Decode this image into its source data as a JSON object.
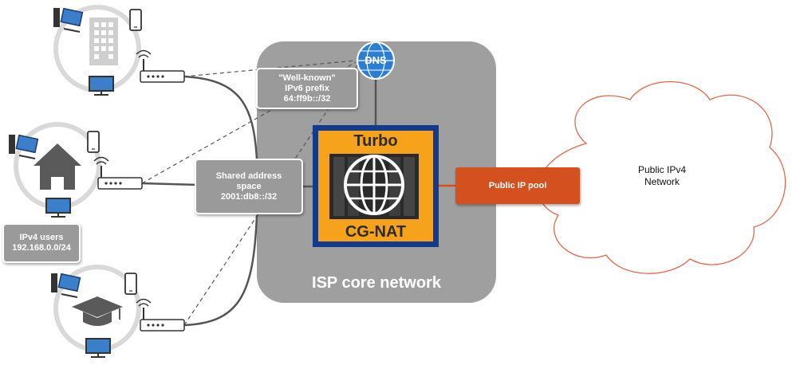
{
  "isp_core": {
    "label": "ISP core network"
  },
  "dns": {
    "label": "DNS"
  },
  "cgnat": {
    "title": "Turbo",
    "subtitle": "CG-NAT"
  },
  "well_known_prefix": {
    "line1": "\"Well-known\"",
    "line2": "IPv6 prefix",
    "line3": "64:ff9b::/32"
  },
  "shared_space": {
    "line1": "Shared address",
    "line2": "space",
    "line3": "2001:db8::/32"
  },
  "ipv4_users": {
    "line1": "IPv4 users",
    "line2": "192.168.0.0/24"
  },
  "public_pool": {
    "label": "Public IP pool"
  },
  "cloud": {
    "line1": "Public IPv4",
    "line2": "Network"
  },
  "sites": [
    {
      "icon": "office-building-icon"
    },
    {
      "icon": "house-icon"
    },
    {
      "icon": "graduation-cap-icon"
    }
  ],
  "colors": {
    "isp_gray": "#9f9f9f",
    "pool_orange": "#d4501e",
    "cgnat_orange": "#f7a21b",
    "cgnat_blue": "#123b8c",
    "dns_blue": "#2a7fd4"
  }
}
